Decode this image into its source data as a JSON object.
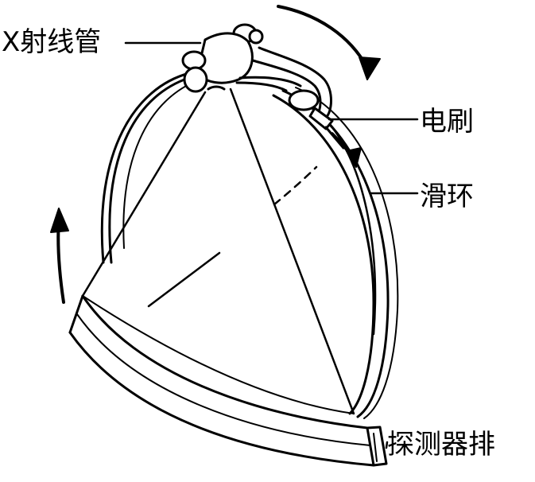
{
  "labels": {
    "xray_tube": "X射线管",
    "brush": "电刷",
    "slip_ring": "滑环",
    "detector_array": "探测器排"
  },
  "colors": {
    "ink": "#000000",
    "paper": "#ffffff"
  }
}
